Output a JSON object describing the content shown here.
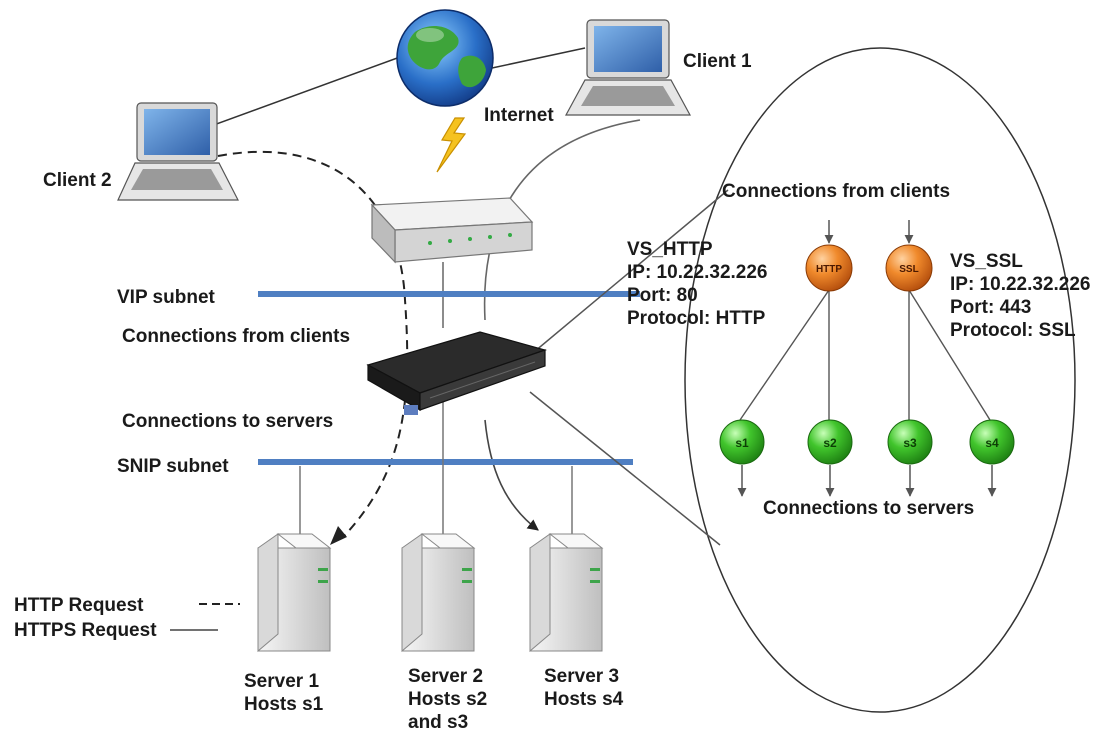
{
  "labels": {
    "internet": "Internet",
    "client1": "Client 1",
    "client2": "Client 2",
    "vip_subnet": "VIP subnet",
    "snip_subnet": "SNIP subnet",
    "conn_from_clients_left": "Connections from clients",
    "conn_to_servers_left": "Connections to servers",
    "conn_from_clients_right": "Connections from clients",
    "conn_to_servers_right": "Connections to servers",
    "server1": "Server 1\nHosts s1",
    "server2": "Server 2\nHosts s2\nand s3",
    "server3": "Server 3\nHosts s4"
  },
  "vservers": {
    "http": {
      "node": "HTTP",
      "info": "VS_HTTP\nIP: 10.22.32.226\nPort: 80\nProtocol: HTTP"
    },
    "ssl": {
      "node": "SSL",
      "info": "VS_SSL\nIP: 10.22.32.226\nPort: 443\nProtocol: SSL"
    }
  },
  "services": [
    "s1",
    "s2",
    "s3",
    "s4"
  ],
  "legend": {
    "http_request": "HTTP Request",
    "https_request": "HTTPS Request"
  },
  "colors": {
    "subnet_line": "#4f7fc2",
    "vserver_node": "#e4761e",
    "service_node": "#3fbf2b",
    "link": "#555555"
  }
}
